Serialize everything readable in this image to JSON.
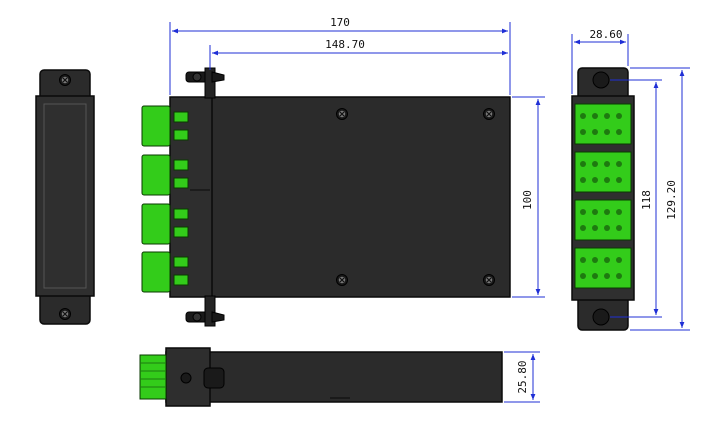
{
  "dimensions": {
    "overall_length": "170",
    "body_length": "148.70",
    "body_height": "100",
    "front_width": "28.60",
    "mount_hole_spacing": "118",
    "front_height": "129.20",
    "side_thickness": "25.80"
  },
  "colors": {
    "body": "#2b2b2b",
    "outline": "#0a0a0a",
    "adapter_green": "#33cc1a",
    "dimension_line": "#1f2fd6",
    "dimension_text": "#111111"
  },
  "icons": {
    "screw": "screw-icon",
    "latch": "latch-icon"
  }
}
